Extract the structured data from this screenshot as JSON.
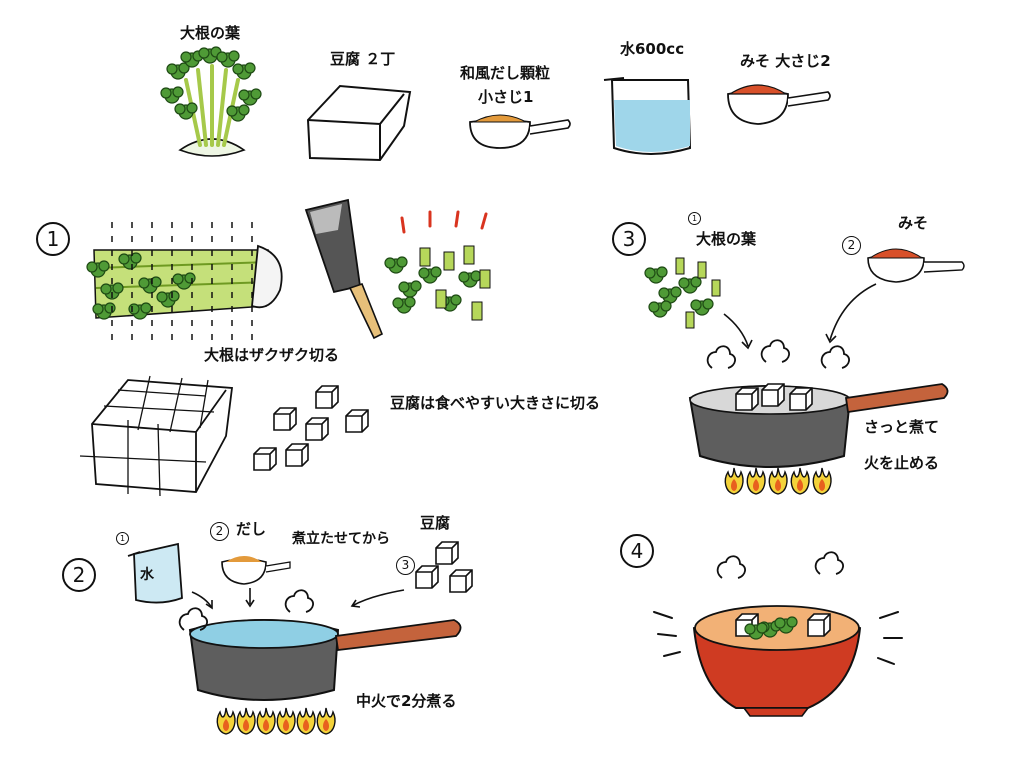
{
  "ingredients": {
    "daikon_leaves": "大根の葉",
    "tofu": "豆腐 ２丁",
    "dashi_line1": "和風だし顆粒",
    "dashi_line2": "小さじ1",
    "water": "水600cc",
    "miso": "みそ 大さじ2"
  },
  "step1": {
    "number": "1",
    "daikon_caption": "大根はザクザク切る",
    "tofu_caption": "豆腐は食べやすい大きさに切る"
  },
  "step2": {
    "number": "2",
    "sub1": "1",
    "sub2": "2",
    "sub3": "3",
    "water_kanji": "水",
    "dashi": "だし",
    "boil_first": "煮立たせてから",
    "tofu": "豆腐",
    "caption": "中火で2分煮る"
  },
  "step3": {
    "number": "3",
    "sub1": "1",
    "sub2": "2",
    "daikon_leaves": "大根の葉",
    "miso": "みそ",
    "caption_line1": "さっと煮て",
    "caption_line2": "火を止める"
  },
  "step4": {
    "number": "4"
  },
  "colors": {
    "leaf_green": "#4f9a36",
    "stem_green": "#a6c94a",
    "pot_gray": "#5e5e5e",
    "handle_brown": "#c4633c",
    "flame_yellow": "#f3d23a",
    "flame_orange": "#e8601e",
    "water_blue": "#8fcfe4",
    "miso_red": "#d8502a",
    "bowl_red": "#cf3b22"
  }
}
